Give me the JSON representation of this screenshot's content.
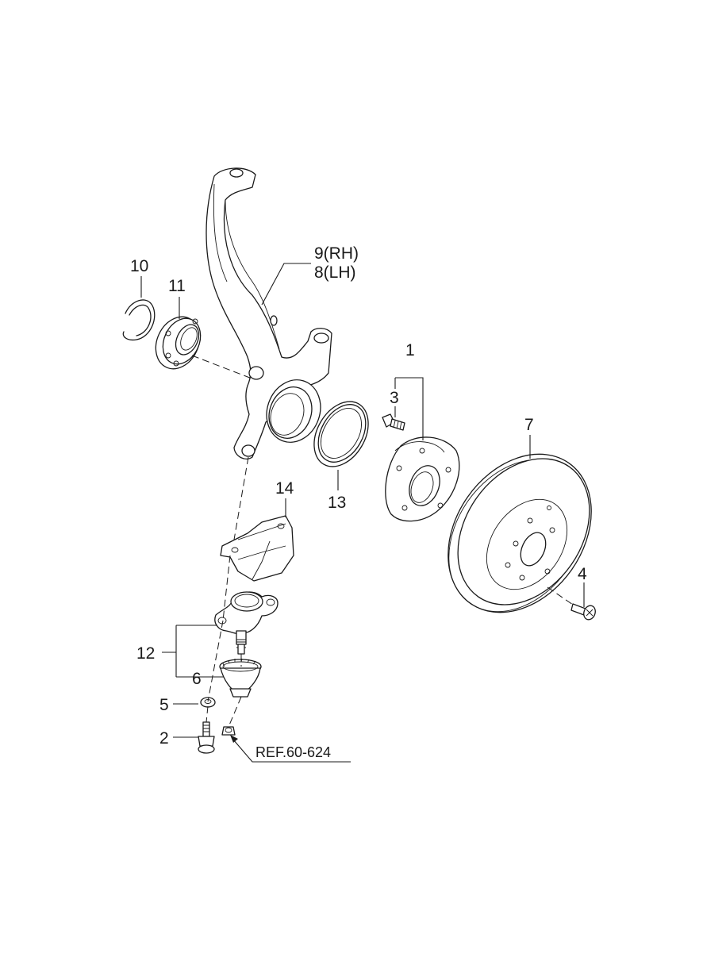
{
  "labels": {
    "p1": "1",
    "p2": "2",
    "p3": "3",
    "p4": "4",
    "p5": "5",
    "p6": "6",
    "p7": "7",
    "p8": "8(LH)",
    "p9": "9(RH)",
    "p10": "10",
    "p11": "11",
    "p12": "12",
    "p13": "13",
    "p14": "14",
    "ref": "REF.60-624"
  },
  "colors": {
    "line": "#1a1a1a",
    "background": "#ffffff"
  }
}
